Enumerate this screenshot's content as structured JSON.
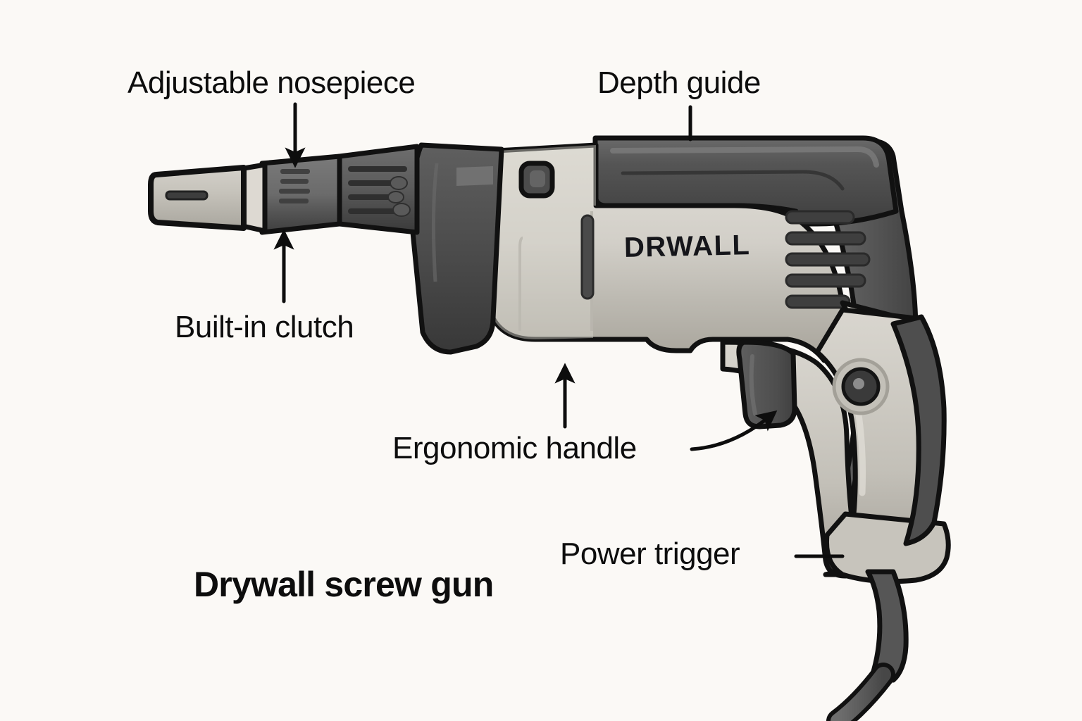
{
  "diagram": {
    "title": "Drywall screw gun",
    "background_color": "#fbf9f6",
    "subject": "drywall-screw-gun"
  },
  "brand": {
    "text": "DRWALL"
  },
  "annotations": [
    {
      "id": "adjustable-nosepiece",
      "text": "Adjustable nosepiece",
      "pointer": "arrow-down",
      "target": "clutch-collar"
    },
    {
      "id": "depth-guide",
      "text": "Depth guide",
      "pointer": "line-vertical",
      "target": "top-shroud"
    },
    {
      "id": "built-in-clutch",
      "text": "Built-in clutch",
      "pointer": "arrow-up",
      "target": "clutch-collar"
    },
    {
      "id": "ergonomic-handle",
      "text": "Ergonomic handle",
      "pointer": "arrow-up-and-curved-arrow",
      "target": "handle-body"
    },
    {
      "id": "power-trigger",
      "text": "Power trigger",
      "pointer": "line-horizontal",
      "target": "trigger-paddle"
    }
  ],
  "colors": {
    "outline": "#111111",
    "body_light_high": "#dcd9d2",
    "body_light": "#c9c6bf",
    "body_light_shadow": "#aaa69d",
    "shroud_dark": "#4e4e4e",
    "grip_dark": "#5a5a5a",
    "collar_dark": "#3c3c3c",
    "nose_light": "#c6c3bb",
    "cord": "#5d5d5d",
    "text": "#0d0d0d"
  },
  "parts": [
    {
      "name": "nose-tip",
      "label": "tapered nose tip with slot"
    },
    {
      "name": "nose-collar",
      "label": "light collar ring"
    },
    {
      "name": "clutch-collar",
      "label": "ribbed clutch barrel"
    },
    {
      "name": "knurled-collar",
      "label": "knurled grooved collar"
    },
    {
      "name": "gearcase",
      "label": "dark gear case"
    },
    {
      "name": "motor-housing",
      "label": "light motor housing"
    },
    {
      "name": "top-shroud",
      "label": "dark top shroud / depth guide"
    },
    {
      "name": "vent-slots",
      "label": "five horizontal vent slots"
    },
    {
      "name": "forward-button",
      "label": "rounded square button"
    },
    {
      "name": "trigger-paddle",
      "label": "dark trigger paddle"
    },
    {
      "name": "lock-dial",
      "label": "circular lock dial"
    },
    {
      "name": "handle-body",
      "label": "pistol grip handle"
    },
    {
      "name": "strain-relief",
      "label": "cord strain relief boot"
    },
    {
      "name": "power-cord",
      "label": "power cord"
    }
  ]
}
